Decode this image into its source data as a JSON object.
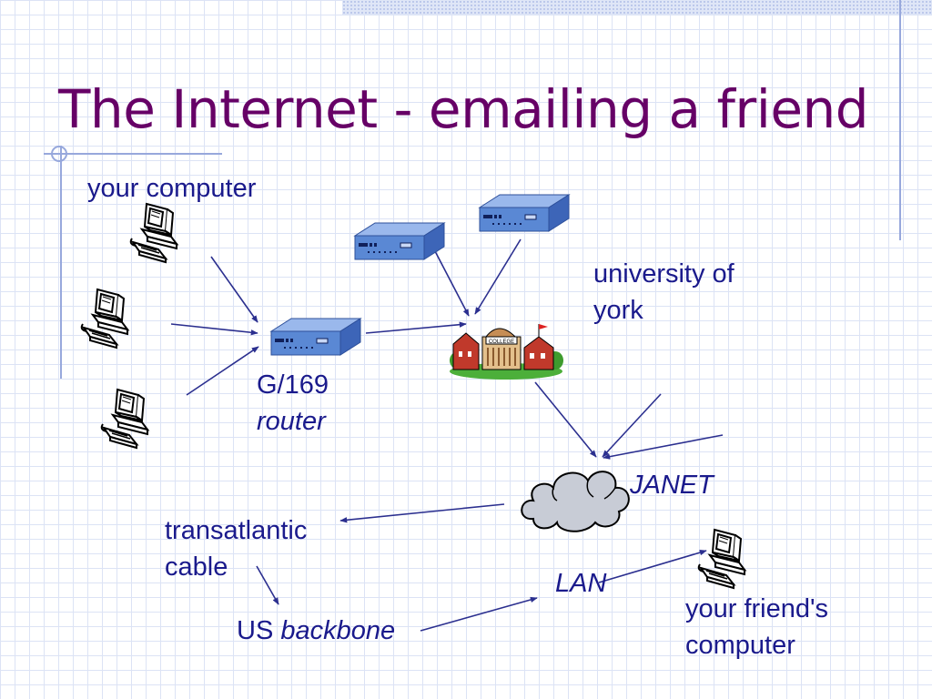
{
  "slide": {
    "title": "The Internet - emailing a friend"
  },
  "labels": {
    "your_computer": "your computer",
    "university_line1": "university of",
    "university_line2": "york",
    "router_name": "G/169",
    "router_type": "router",
    "janet": "JANET",
    "transatlantic_line1": "transatlantic",
    "transatlantic_line2": "cable",
    "us": "US",
    "backbone": "backbone",
    "lan": "LAN",
    "friend_line1": "your friend's",
    "friend_line2": "computer",
    "college_sign": "COLLEGE"
  },
  "icons": {
    "computer": "desktop-computer-clipart",
    "router": "network-router-box",
    "university": "college-buildings-clipart",
    "network": "cloud-outline"
  },
  "colors": {
    "title": "#660066",
    "text": "#1a1a8c",
    "arrows": "#2b2f8f",
    "grid": "#dce3f5",
    "accent_lines": "#97a8dc",
    "router": "#5a88d4"
  }
}
